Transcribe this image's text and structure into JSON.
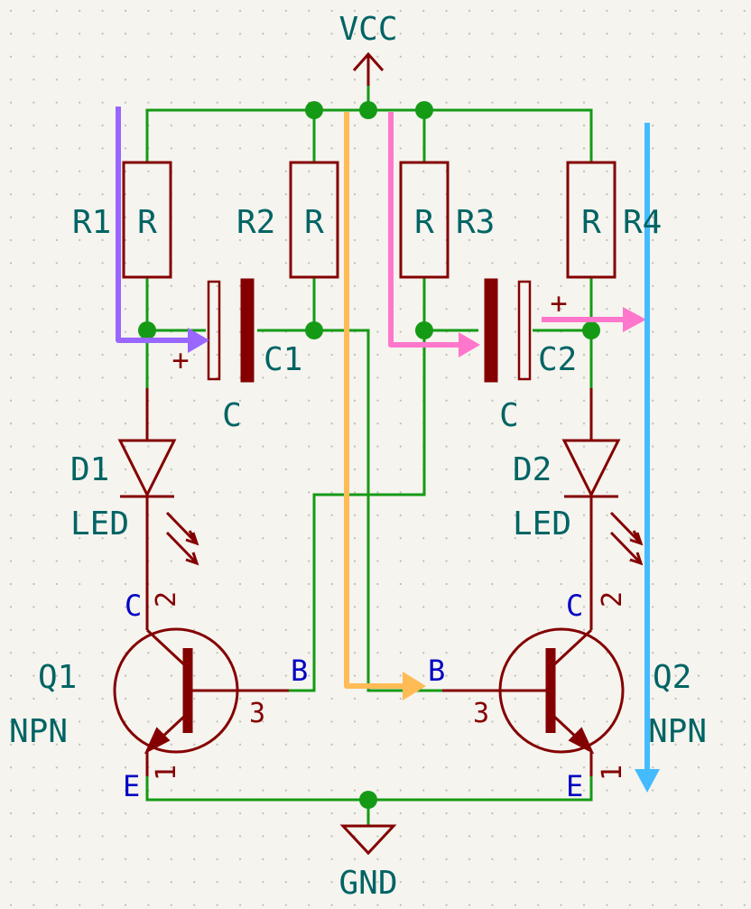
{
  "colors": {
    "background": "#f5f4ef",
    "grid_dot": "#bdbdb5",
    "wire": "#159a15",
    "junction": "#159a15",
    "component": "#840000",
    "label_teal": "#006464",
    "pin_blue": "#0000c4",
    "arrow_purple": "#9966ff",
    "arrow_pink": "#ff77cc",
    "arrow_orange": "#ffbb55",
    "arrow_blue": "#44bbff"
  },
  "power": {
    "vcc": "VCC",
    "gnd": "GND"
  },
  "resistors": [
    {
      "ref": "R1",
      "value": "R"
    },
    {
      "ref": "R2",
      "value": "R"
    },
    {
      "ref": "R3",
      "value": "R"
    },
    {
      "ref": "R4",
      "value": "R"
    }
  ],
  "capacitors": [
    {
      "ref": "C1",
      "value": "C",
      "polarity": "+"
    },
    {
      "ref": "C2",
      "value": "C",
      "polarity": "+"
    }
  ],
  "diodes": [
    {
      "ref": "D1",
      "value": "LED"
    },
    {
      "ref": "D2",
      "value": "LED"
    }
  ],
  "transistors": [
    {
      "ref": "Q1",
      "value": "NPN",
      "pin_c": "C",
      "pin_b": "B",
      "pin_e": "E",
      "num_c": "2",
      "num_b": "3",
      "num_e": "1"
    },
    {
      "ref": "Q2",
      "value": "NPN",
      "pin_c": "C",
      "pin_b": "B",
      "pin_e": "E",
      "num_c": "2",
      "num_b": "3",
      "num_e": "1"
    }
  ]
}
